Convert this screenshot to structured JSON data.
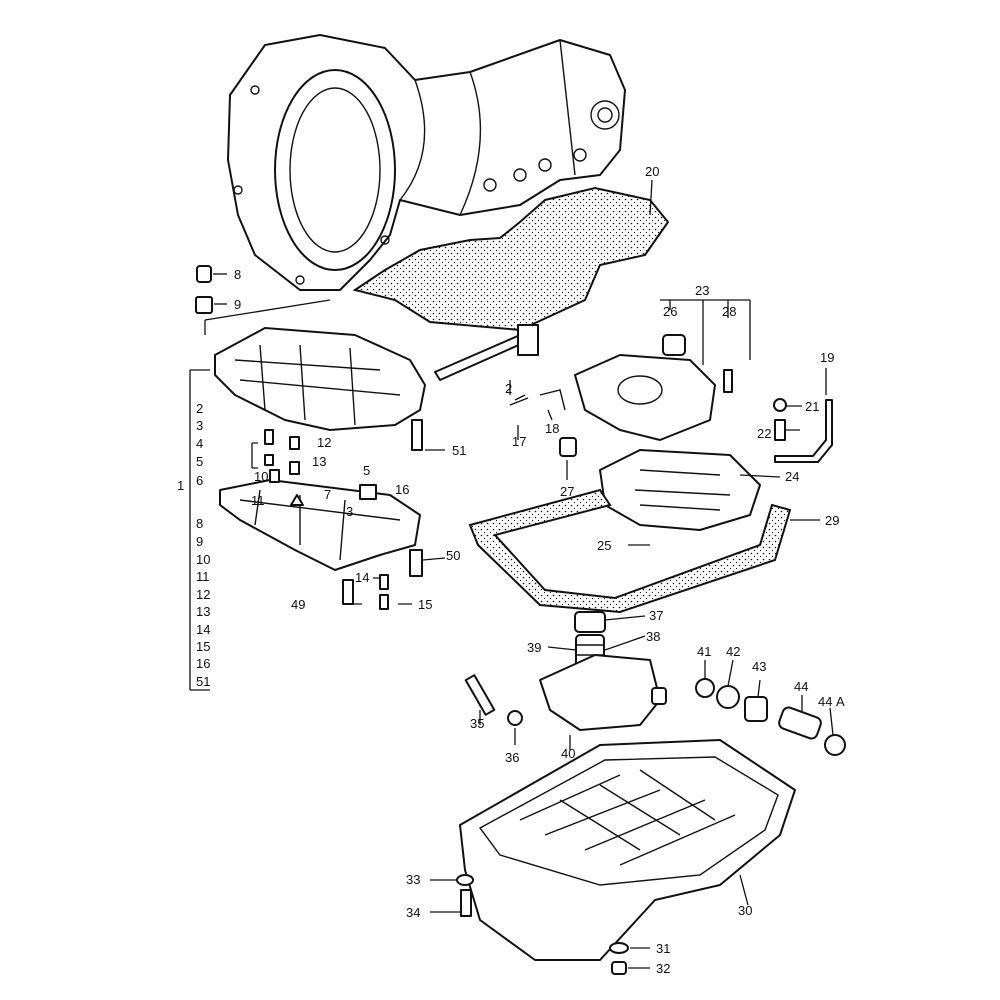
{
  "callouts": [
    "20",
    "8",
    "9",
    "23",
    "26",
    "28",
    "19",
    "2",
    "21",
    "22",
    "17",
    "18",
    "2",
    "3",
    "4",
    "12",
    "5",
    "13",
    "10",
    "5",
    "6",
    "16",
    "7",
    "11",
    "3",
    "27",
    "24",
    "29",
    "25",
    "8",
    "9",
    "10",
    "11",
    "12",
    "13",
    "14",
    "15",
    "16",
    "51",
    "51",
    "50",
    "14",
    "15",
    "49",
    "37",
    "38",
    "39",
    "41",
    "42",
    "43",
    "44",
    "44",
    "A",
    "35",
    "36",
    "40",
    "33",
    "34",
    "30",
    "31",
    "32",
    "1"
  ],
  "colors": {
    "ink": "#111111",
    "paper": "#ffffff",
    "stipple": "#111111"
  }
}
